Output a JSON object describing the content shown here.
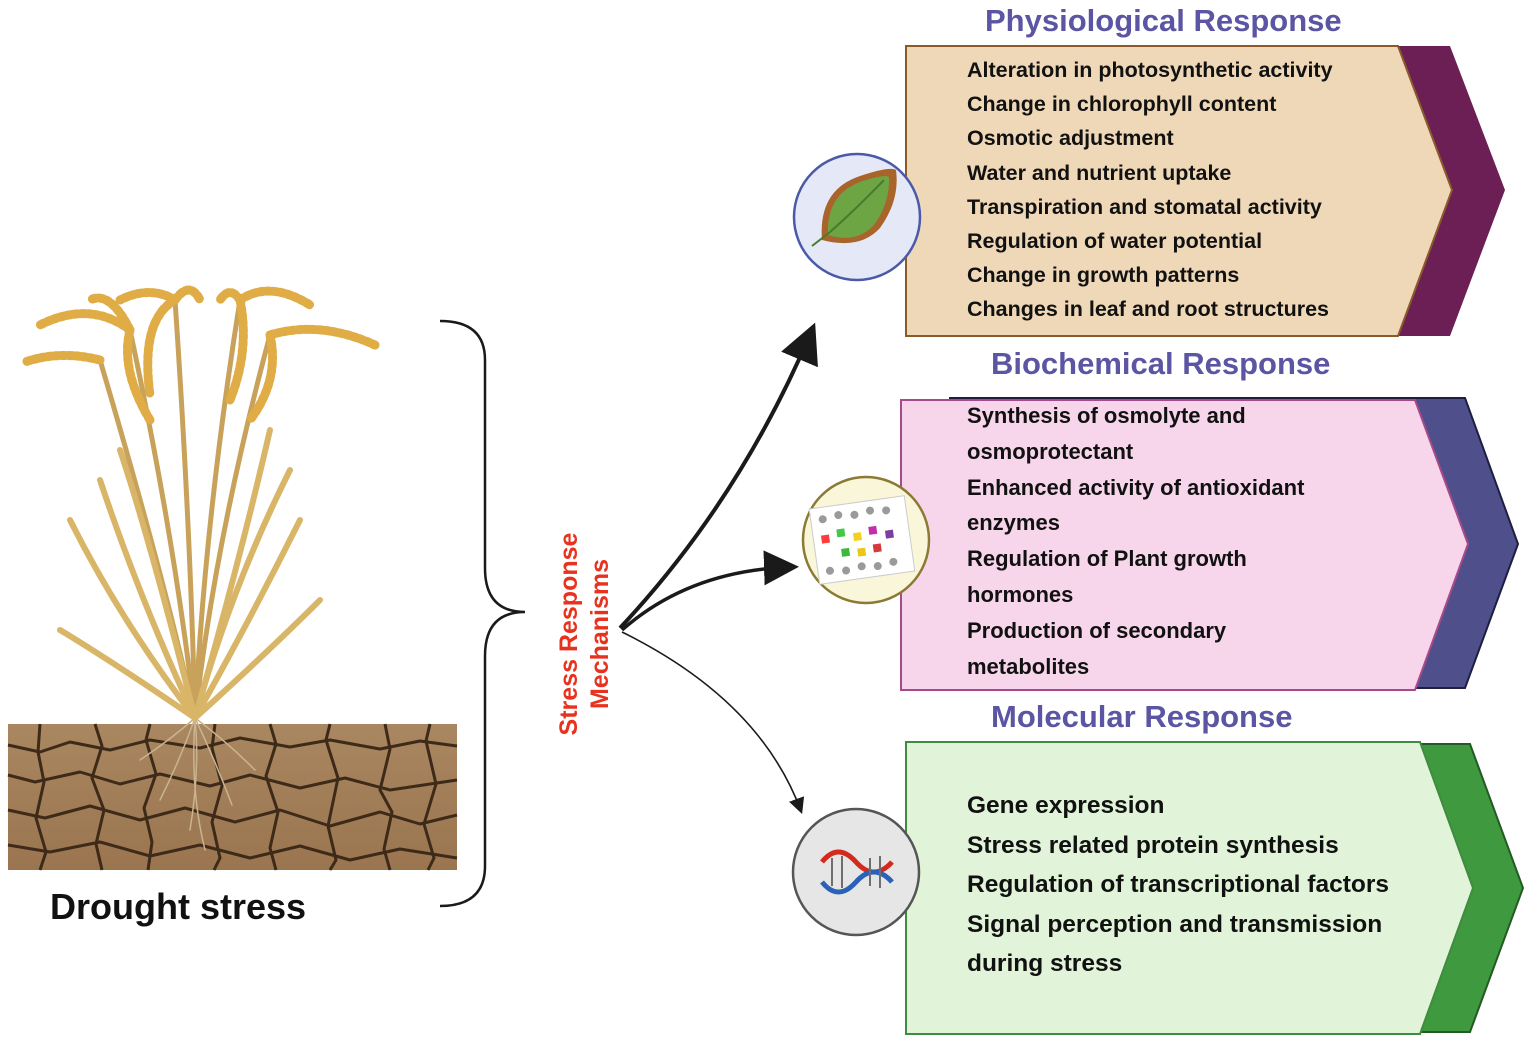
{
  "drought": {
    "label": "Drought stress"
  },
  "mechanisms": {
    "line1": "Stress Response",
    "line2": "Mechanisms"
  },
  "sections": [
    {
      "id": "physiological",
      "title": "Physiological Response",
      "icon": "leaf-icon",
      "fill": "#efd8b7",
      "border": "#8a5a2b",
      "accent": "#6b1f55",
      "items": [
        "Alteration in photosynthetic activity",
        "Change in chlorophyll content",
        "Osmotic adjustment",
        "Water and nutrient uptake",
        "Transpiration and stomatal activity",
        "Regulation of water potential",
        "Change in growth patterns",
        "Changes in leaf and root structures"
      ]
    },
    {
      "id": "biochemical",
      "title": "Biochemical Response",
      "icon": "molecule-chart-icon",
      "fill": "#f7d6ec",
      "border": "#a64a8a",
      "accent": "#4f4f8c",
      "items": [
        "Synthesis of osmolyte and",
        "osmoprotectant",
        "Enhanced activity of antioxidant",
        "enzymes",
        "Regulation of Plant growth",
        "hormones",
        "Production of secondary",
        "metabolites"
      ]
    },
    {
      "id": "molecular",
      "title": "Molecular Response",
      "icon": "dna-icon",
      "fill": "#e1f3d8",
      "border": "#3f8b3f",
      "accent": "#3f9a3f",
      "items": [
        "Gene expression",
        "Stress related protein synthesis",
        "Regulation of transcriptional factors",
        "Signal perception and transmission",
        "during stress"
      ]
    }
  ],
  "colors": {
    "section_title": "#5b55a3",
    "mechanisms_text": "#e8321e",
    "arrow": "#1a1a1a",
    "soil": "#a97f55",
    "plant": "#d8ad5c"
  }
}
